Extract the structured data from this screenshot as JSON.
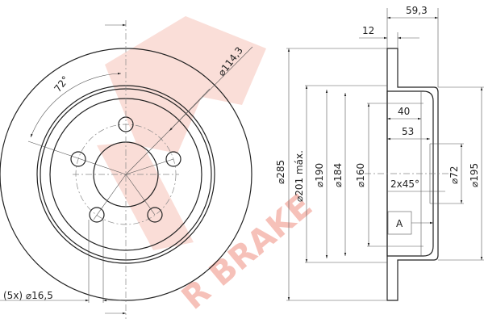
{
  "watermark": {
    "logo_text": "R BRAKE",
    "primary_color": "#e8503a",
    "shadow_color": "#b0b0b0"
  },
  "front_view": {
    "angle_label": "72°",
    "bolt_circle_label": "⌀114,3",
    "holes_label": "(5x) ⌀16,5"
  },
  "side_view": {
    "overall_height_label": "59,3",
    "thickness_label": "12",
    "depth_40_label": "40",
    "depth_53_label": "53",
    "chamfer_label": "2x45°",
    "datum_label": "A",
    "diameters": {
      "d285": "⌀285",
      "d201": "⌀201 máx.",
      "d190": "⌀190",
      "d184": "⌀184",
      "d160": "⌀160",
      "d72": "⌀72",
      "d195": "⌀195"
    }
  }
}
